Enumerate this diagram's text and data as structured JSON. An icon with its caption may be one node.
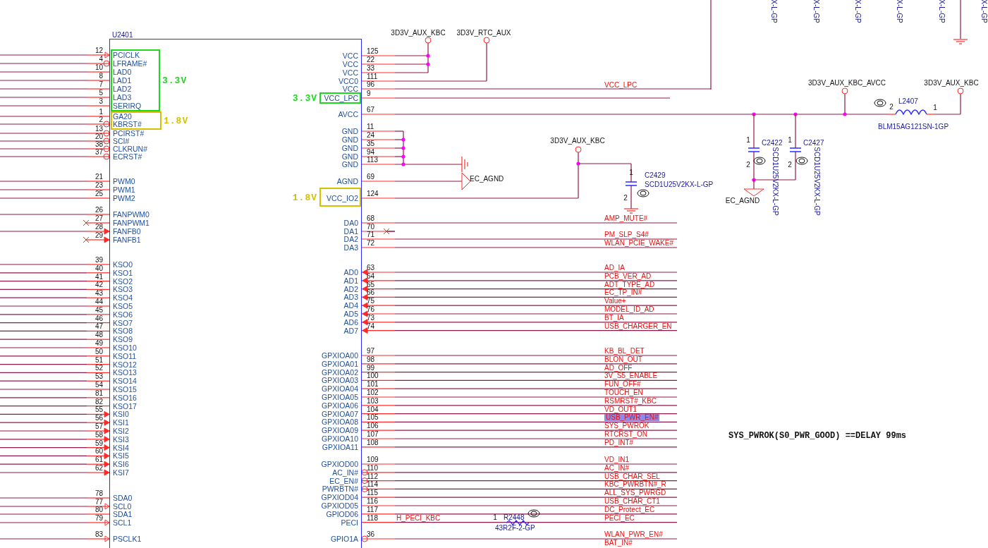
{
  "diagram": {
    "nodes": [
      {
        "text": [
          "U2401"
        ]
      },
      {
        "text": [
          "3.3V"
        ],
        "in": 0
      },
      {
        "text": [
          "1.8V"
        ],
        "in": 0
      },
      {
        "text": [
          "3.3V"
        ],
        "in": 0
      },
      {
        "text": [
          "1.8V"
        ],
        "in": 0
      }
    ],
    "labels": [
      "12",
      "PCICLK",
      "4",
      "LFRAME#",
      "10",
      "LAD0",
      "8",
      "LAD1",
      "7",
      "LAD2",
      "5",
      "LAD3",
      "3",
      "SERIRQ",
      "1",
      "GA20",
      "2",
      "KBRST#",
      "13",
      "PCIRST#",
      "20",
      "SCI#",
      "38",
      "CLKRUN#",
      "37",
      "ECRST#",
      "21",
      "PWM0",
      "23",
      "PWM1",
      "25",
      "PWM2",
      "26",
      "FANPWM0",
      "27",
      "FANPWM1",
      "28",
      "FANFB0",
      "29",
      "FANFB1",
      "39",
      "KSO0",
      "40",
      "KSO1",
      "41",
      "KSO2",
      "42",
      "KSO3",
      "43",
      "KSO4",
      "44",
      "KSO5",
      "45",
      "KSO6",
      "46",
      "KSO7",
      "47",
      "KSO8",
      "48",
      "KSO9",
      "49",
      "KSO10",
      "50",
      "KSO11",
      "51",
      "KSO12",
      "52",
      "KSO13",
      "53",
      "KSO14",
      "54",
      "KSO15",
      "81",
      "KSO16",
      "82",
      "KSO17",
      "55",
      "KSI0",
      "56",
      "KSI1",
      "57",
      "KSI2",
      "58",
      "KSI3",
      "59",
      "KSI4",
      "60",
      "KSI5",
      "61",
      "KSI6",
      "62",
      "KSI7",
      "78",
      "SDA0",
      "77",
      "SCL0",
      "80",
      "SDA1",
      "79",
      "SCL1",
      "83",
      "PSCLK1",
      "VCC",
      "125",
      "VCC",
      "22",
      "VCC",
      "33",
      "VCC0",
      "111",
      "VCC",
      "96",
      "VCC_LPC",
      "9",
      "AVCC",
      "67",
      "GND",
      "11",
      "GND",
      "24",
      "GND",
      "35",
      "GND",
      "94",
      "GND",
      "113",
      "AGND",
      "69",
      "VCC_IO2",
      "124",
      "DA0",
      "68",
      "DA1",
      "70",
      "DA2",
      "71",
      "DA3",
      "72",
      "AD0",
      "63",
      "AD1",
      "64",
      "AD2",
      "65",
      "AD3",
      "66",
      "AD4",
      "75",
      "AD5",
      "76",
      "AD6",
      "73",
      "AD7",
      "74",
      "GPXIOA00",
      "97",
      "GPXIOA01",
      "98",
      "GPXIOA02",
      "99",
      "GPXIOA03",
      "100",
      "GPXIOA04",
      "101",
      "GPXIOA05",
      "102",
      "GPXIOA06",
      "103",
      "GPXIOA07",
      "104",
      "GPXIOA08",
      "105",
      "GPXIOA09",
      "106",
      "GPXIOA10",
      "107",
      "GPXIOA11",
      "108",
      "GPXIOD00",
      "109",
      "AC_IN#",
      "110",
      "EC_EN#",
      "112",
      "PWRBTN#",
      "114",
      "GPXIOD04",
      "115",
      "GPXIOD05",
      "116",
      "GPIOD06",
      "117",
      "PECI",
      "118",
      "GPIO1A",
      "36",
      "VCC_LPC",
      "AMP_MUTE#",
      "PM_SLP_S4#",
      "WLAN_PCIE_WAKE#",
      "AD_IA",
      "PCB_VER_AD",
      "ADT_TYPE_AD",
      "EC_TP_IN#",
      "Value+",
      "MODEL_ID_AD",
      "BT_IA",
      "USB_CHARGER_EN",
      "KB_BL_DET",
      "BLON_OUT",
      "AD_OFF",
      "3V_S5_ENABLE",
      "FUN_OFF#",
      "TOUCH_EN",
      "RSMRST#_KBC",
      "VD_OUT1",
      "USB_PWR_EN#",
      "SYS_PWROK",
      "RTCRST_ON",
      "PD_INT#",
      "VD_IN1",
      "AC_IN#",
      "USB_CHAR_SEL",
      "KBC_PWRBTN#_R",
      "ALL_SYS_PWRGD",
      "USB_CHAR_CT1",
      "DC_Protect_EC",
      "PECI_EC",
      "WLAN_PWR_EN#",
      "BAT_IN#",
      "3D3V_AUX_KBC",
      "3D3V_RTC_AUX",
      "3D3V_AUX_KBC",
      "EC_AGND",
      "1",
      "C2429",
      "2",
      "SCD1U25V2KX-L-GP",
      "X-L-GP",
      "X-L-GP",
      "X-L-GP",
      "X-L-GP",
      "X-L-GP",
      "X-L-GP",
      "3D3V_AUX_KBC_AVCC",
      "3D3V_AUX_KBC",
      "L2407",
      "2",
      "1",
      "BLM15AG121SN-1GP",
      "1",
      "C2422",
      "2",
      "SCD1U25V2KX-L-GP",
      "1",
      "C2427",
      "2",
      "SCD1U25V2KX-L-GP",
      "EC_AGND",
      "SYS_PWROK(S0_PWR_GOOD) ==DELAY 99ms",
      "H_PECI_KBC",
      "1",
      "R2448",
      "43R2F-2-GP"
    ]
  }
}
